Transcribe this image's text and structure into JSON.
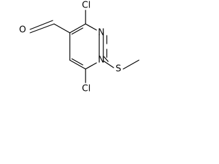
{
  "molecule": {
    "atoms": {
      "cl_top": "Cl",
      "cl_bottom": "Cl",
      "n_upper": "N",
      "n_lower": "N",
      "o_aldehyde": "O",
      "s_thio": "S"
    }
  },
  "colors": {
    "bond": "#000000",
    "label": "#000000",
    "background": "#ffffff"
  }
}
